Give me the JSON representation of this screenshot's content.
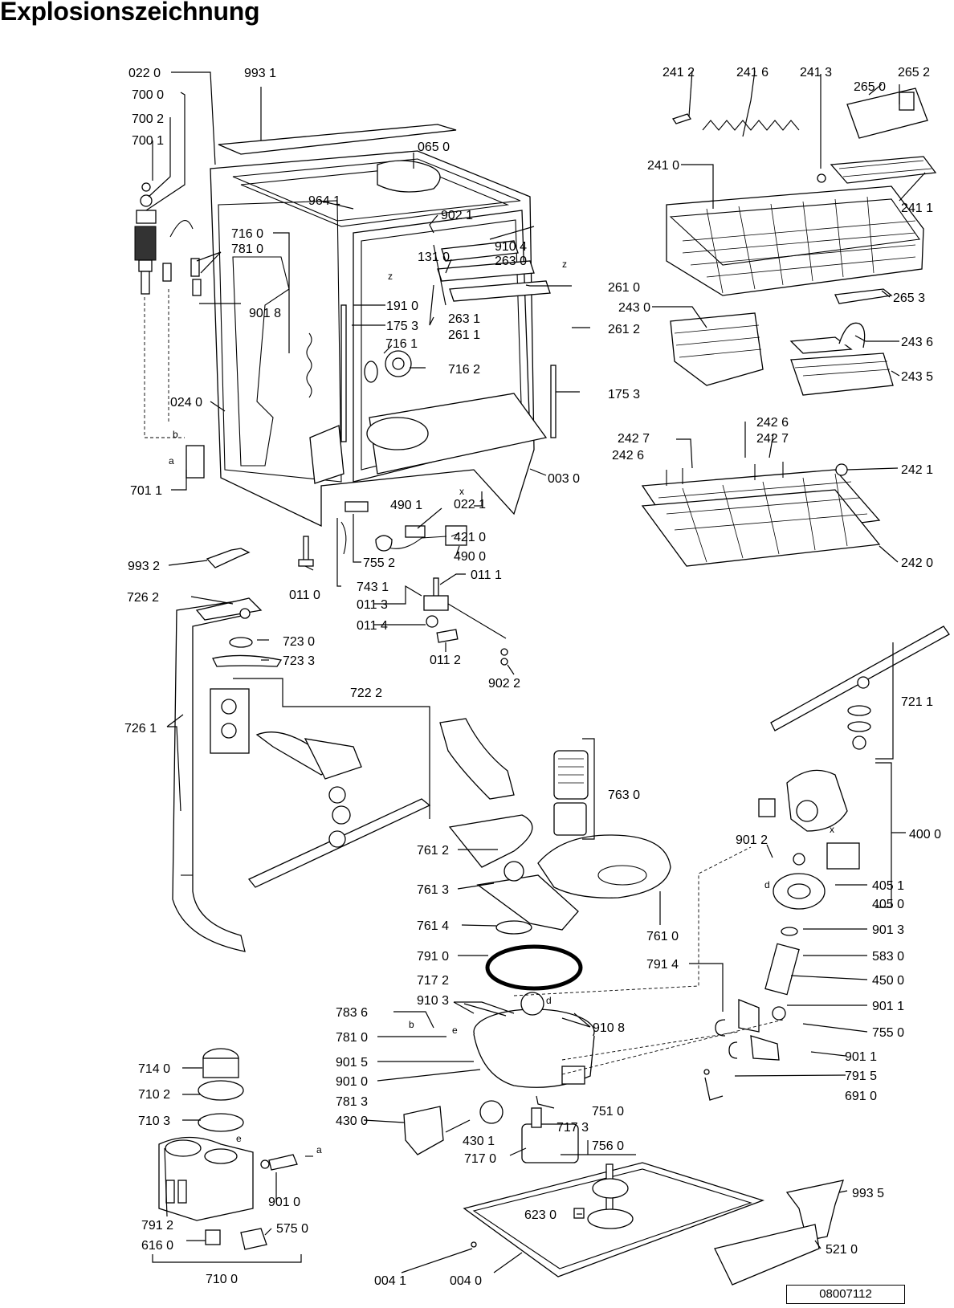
{
  "title": "Explosionszeichnung",
  "drawing_number": "08007112",
  "letters": {
    "z": "z",
    "x": "x",
    "b": "b",
    "a": "a",
    "d": "d",
    "e": "e"
  },
  "labels": {
    "l0220": "022 0",
    "l7000": "700 0",
    "l7002": "700 2",
    "l7001": "700 1",
    "l9931": "993 1",
    "l0650": "065 0",
    "l9641": "964 1",
    "l9021": "902 1",
    "l7160": "716 0",
    "l7810a": "781 0",
    "l1310": "131 0",
    "l9104": "910 4",
    "l2630": "263 0",
    "l9018": "901 8",
    "l1910": "191 0",
    "l1753a": "175 3",
    "l2631": "263 1",
    "l2611": "261 1",
    "l2610": "261 0",
    "l2612": "261 2",
    "l7161": "716 1",
    "l7162": "716 2",
    "l1753b": "175 3",
    "l0240": "024 0",
    "l7011": "701 1",
    "l0030": "003 0",
    "l4901": "490 1",
    "l0221": "022 1",
    "l4210": "421 0",
    "l4900": "490 0",
    "l9932": "993 2",
    "l7552": "755 2",
    "l7431": "743 1",
    "l0111": "011 1",
    "l0110": "011 0",
    "l0113": "011 3",
    "l0114": "011 4",
    "l0112": "011 2",
    "l9022": "902 2",
    "l2412": "241 2",
    "l2416": "241 6",
    "l2413": "241 3",
    "l2652": "265 2",
    "l2650": "265 0",
    "l2410": "241 0",
    "l2411": "241 1",
    "l2653": "265 3",
    "l2430": "243 0",
    "l2436": "243 6",
    "l2435": "243 5",
    "l2427a": "242 7",
    "l2426a": "242 6",
    "l2426b": "242 6",
    "l2427b": "242 7",
    "l2421": "242 1",
    "l2420": "242 0",
    "l7262": "726 2",
    "l7230": "723 0",
    "l7233": "723 3",
    "l7222": "722 2",
    "l7261": "726 1",
    "l7211": "721 1",
    "l7630": "763 0",
    "l4000": "400 0",
    "l9012": "901 2",
    "l7612": "761 2",
    "l7613": "761 3",
    "l7614": "761 4",
    "l7610": "761 0",
    "l4051": "405 1",
    "l4050": "405 0",
    "l9013": "901 3",
    "l7910": "791 0",
    "l7914": "791 4",
    "l5830": "583 0",
    "l4500": "450 0",
    "l7172": "717 2",
    "l9103": "910 3",
    "l9108": "910 8",
    "l9011a": "901 1",
    "l7836": "783 6",
    "l7810b": "781 0",
    "l7550": "755 0",
    "l9015": "901 5",
    "l9010a": "901 0",
    "l7813": "781 3",
    "l9011b": "901 1",
    "l7915": "791 5",
    "l6910": "691 0",
    "l7140": "714 0",
    "l7102": "710 2",
    "l7103": "710 3",
    "l4300": "430 0",
    "l7510": "751 0",
    "l4301": "430 1",
    "l7173": "717 3",
    "l7560": "756 0",
    "l7170": "717 0",
    "l9010b": "901 0",
    "l6230": "623 0",
    "l9935": "993 5",
    "l7912": "791 2",
    "l5750": "575 0",
    "l6160": "616 0",
    "l5210": "521 0",
    "l7100": "710 0",
    "l0041": "004 1",
    "l0040": "004 0"
  }
}
